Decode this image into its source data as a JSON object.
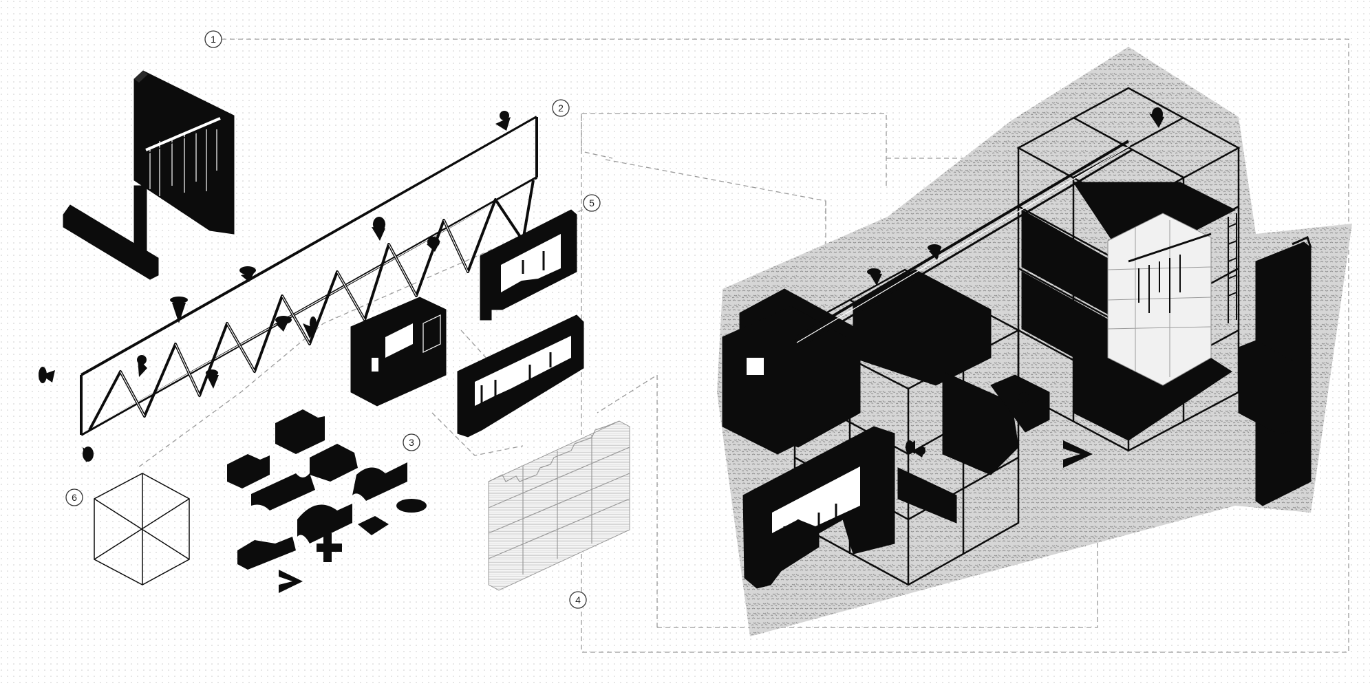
{
  "diagram": {
    "labels": [
      "1",
      "2",
      "3",
      "4",
      "5",
      "6"
    ],
    "colors": {
      "ink": "#0c0c0c",
      "paper": "#ffffff",
      "dot_grid": "#c8c8c8",
      "guide_lines": "#9a9a9a",
      "ground_speckle": "#bdbdbd"
    }
  }
}
